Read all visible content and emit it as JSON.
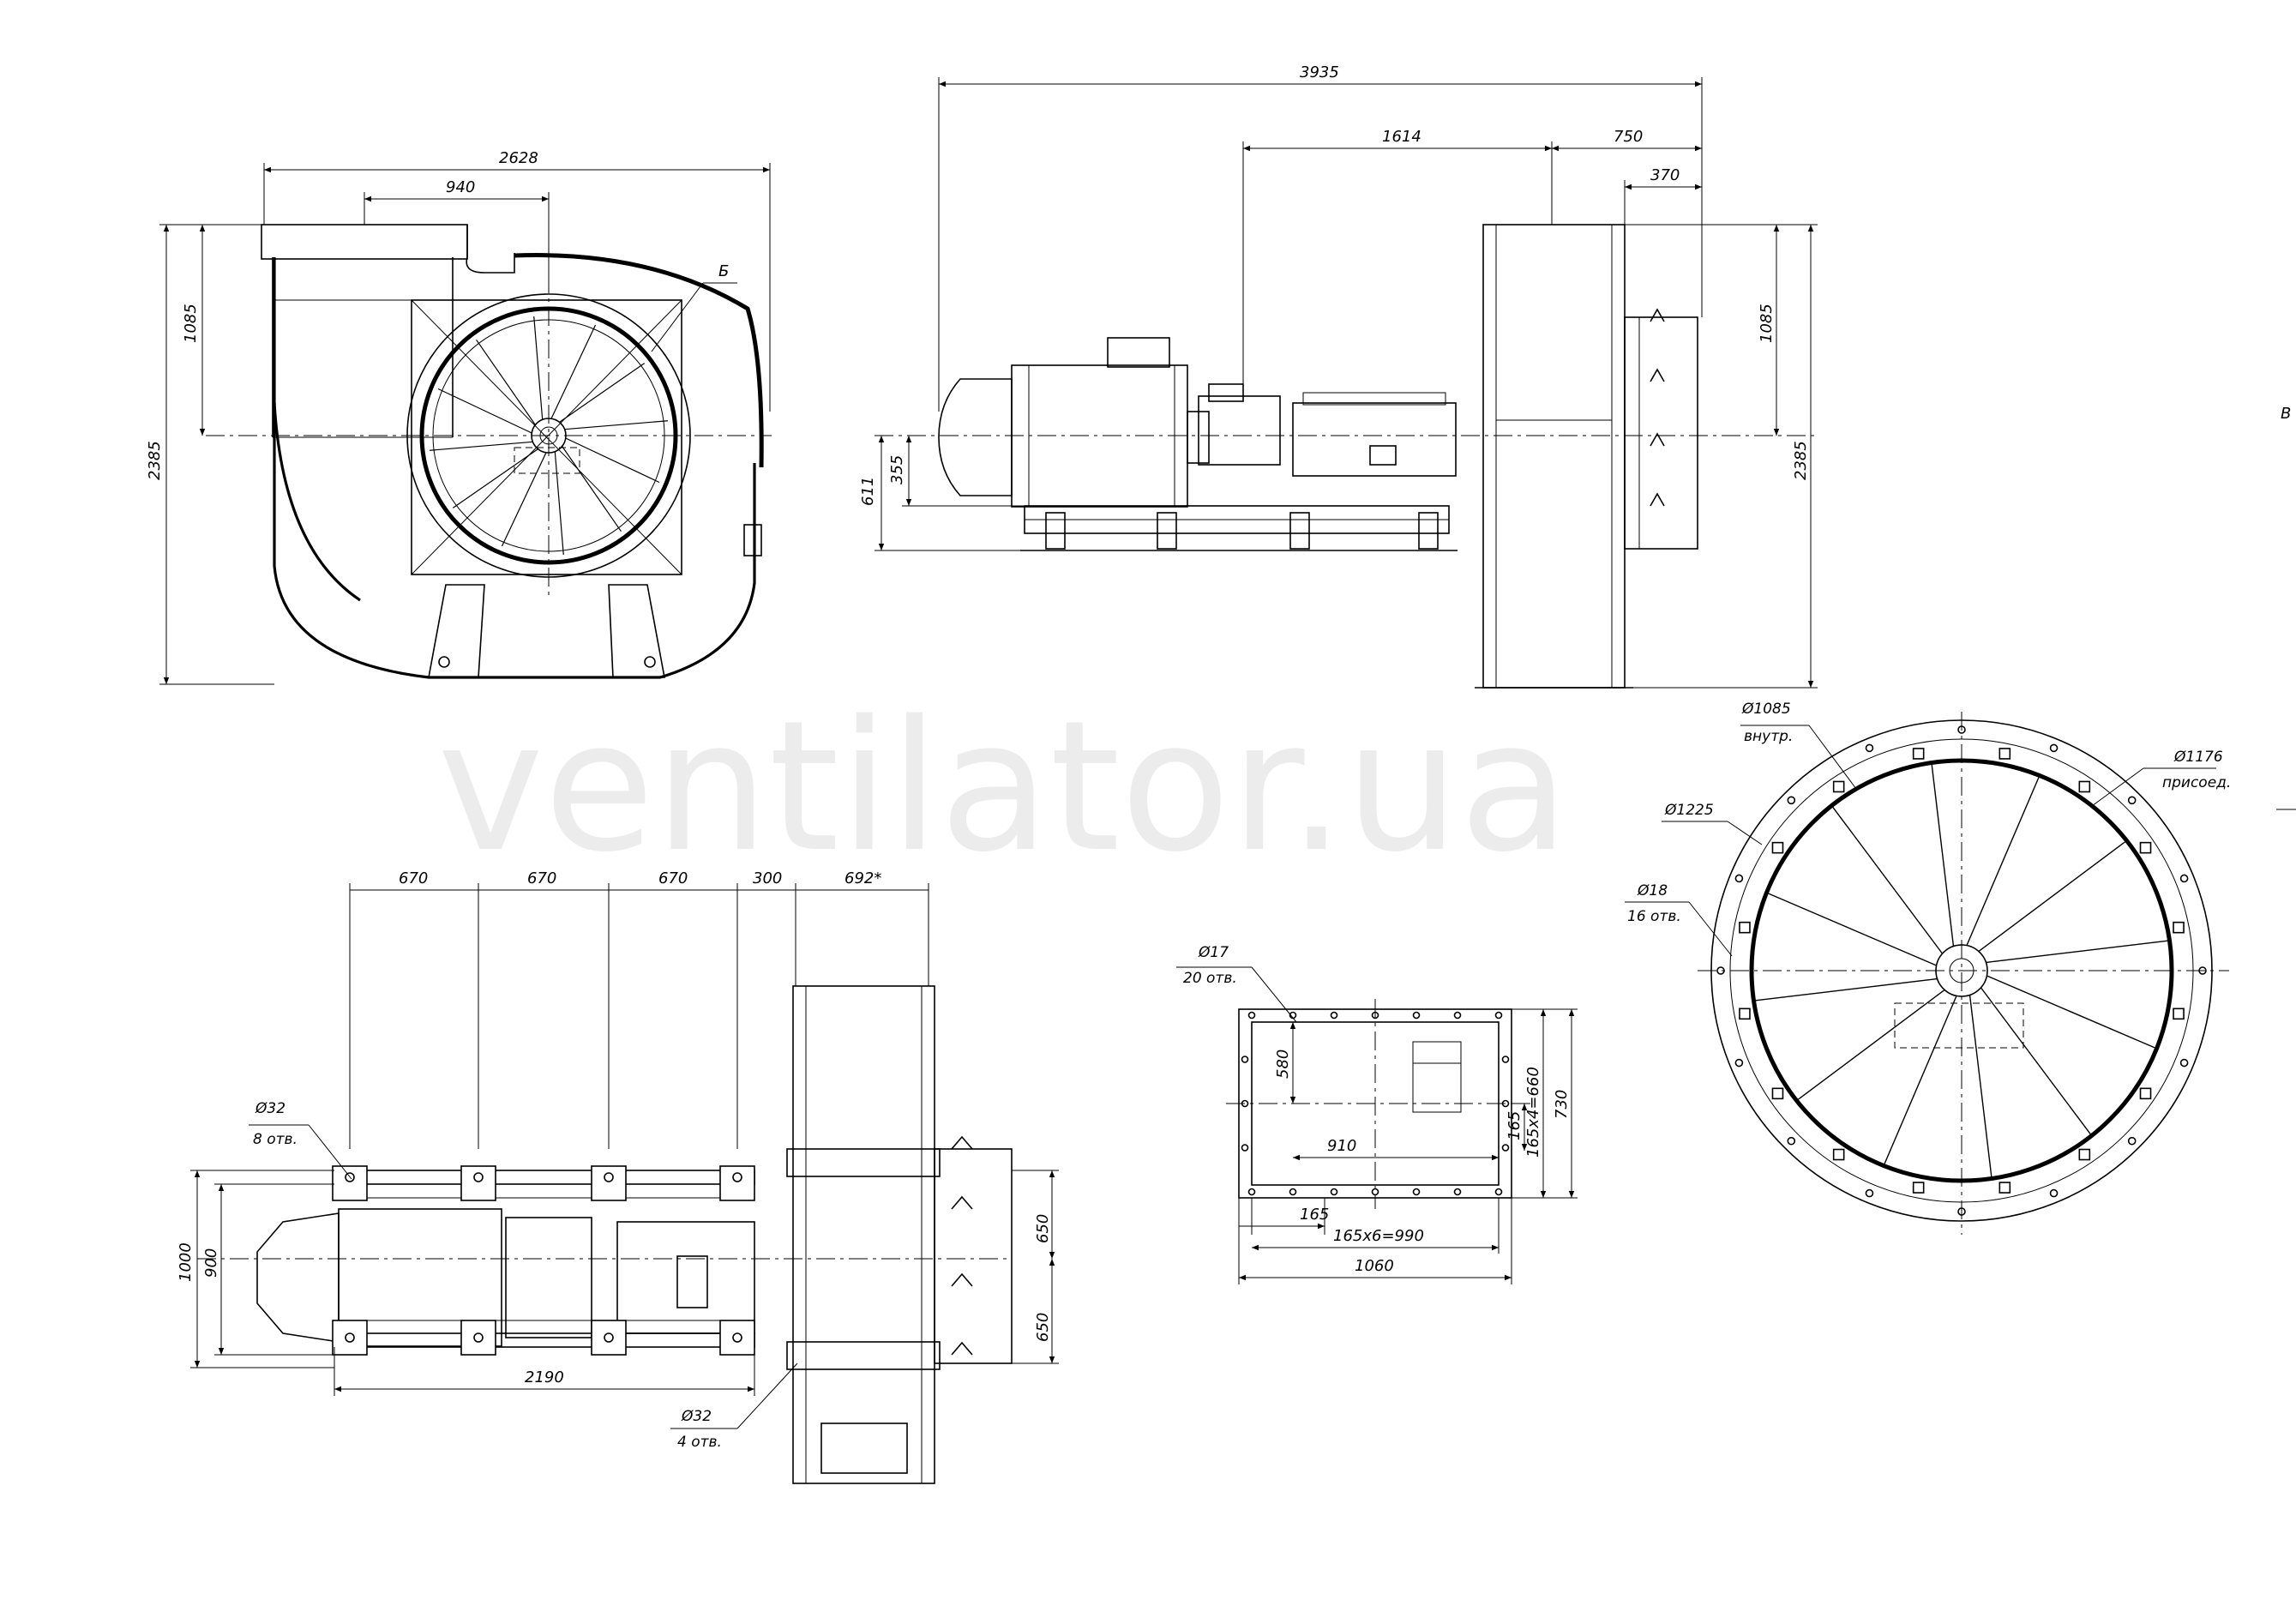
{
  "watermark": "ventilator.ua",
  "front_view": {
    "dim_total_width": "2628",
    "dim_inlet_width": "940",
    "dim_inlet_height": "1085",
    "dim_total_height": "2385",
    "section_label": "Б"
  },
  "side_view": {
    "dim_total_length": "3935",
    "dim_shaft_length": "1614",
    "dim_casing_width": "750",
    "dim_flange_offset": "370",
    "dim_shaft_height": "611",
    "dim_base_to_axis": "355",
    "dim_outlet_height": "1085",
    "dim_total_height": "2385",
    "view_label": "В"
  },
  "plan_view": {
    "dim_spacing_1": "670",
    "dim_spacing_2": "670",
    "dim_spacing_3": "670",
    "dim_spacing_4": "300",
    "dim_spacing_5": "692*",
    "dim_frame_length": "2190",
    "dim_frame_width_outer": "1000",
    "dim_frame_width_inner": "900",
    "dim_half_1": "650",
    "dim_half_2": "650",
    "hole_frame_dia": "Ø32",
    "hole_frame_count": "8 отв.",
    "hole_casing_dia": "Ø32",
    "hole_casing_count": "4 отв."
  },
  "outlet_flange": {
    "hole_dia": "Ø17",
    "hole_count": "20 отв.",
    "dim_580": "580",
    "dim_910": "910",
    "dim_165_vertical": "165",
    "dim_165x4": "165x4=660",
    "dim_730": "730",
    "dim_165_horizontal": "165",
    "dim_165x6": "165x6=990",
    "dim_1060": "1060"
  },
  "inlet_flange": {
    "dia_inner": "Ø1085",
    "dia_inner_note": "внутр.",
    "dia_connect": "Ø1176",
    "dia_connect_note": "присоед.",
    "dia_outer": "Ø1225",
    "hole_dia": "Ø18",
    "hole_count": "16 отв."
  }
}
